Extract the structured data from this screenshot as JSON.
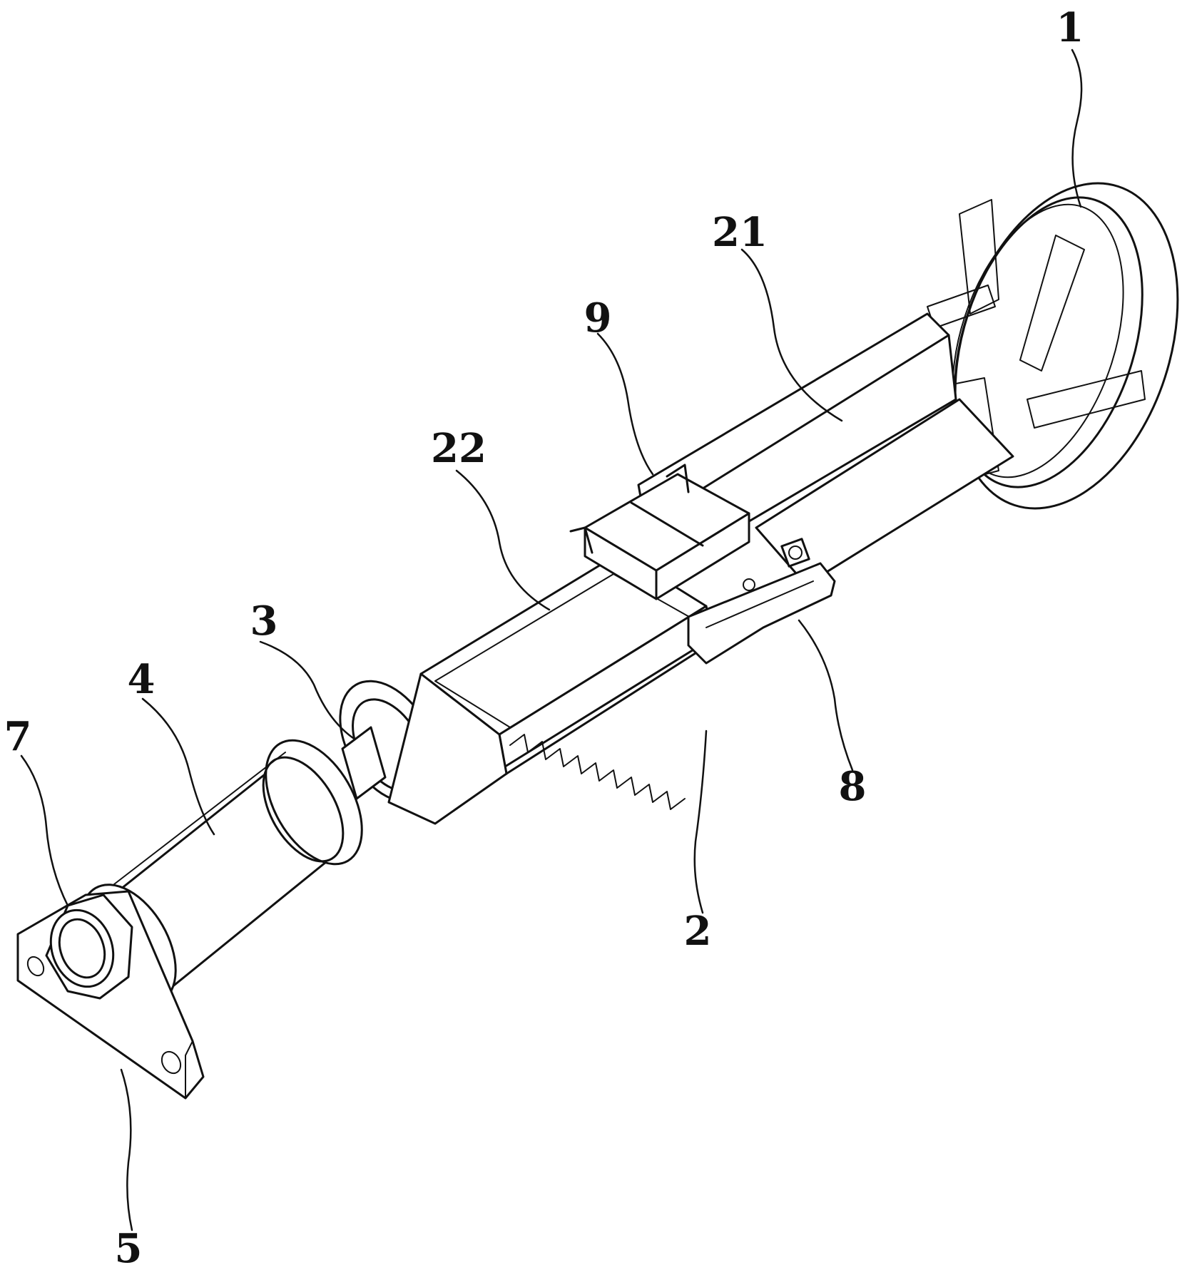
{
  "labels": {
    "l1": "1",
    "l21": "21",
    "l9": "9",
    "l22": "22",
    "l3": "3",
    "l4": "4",
    "l7": "7",
    "l8": "8",
    "l2": "2",
    "l5": "5"
  }
}
